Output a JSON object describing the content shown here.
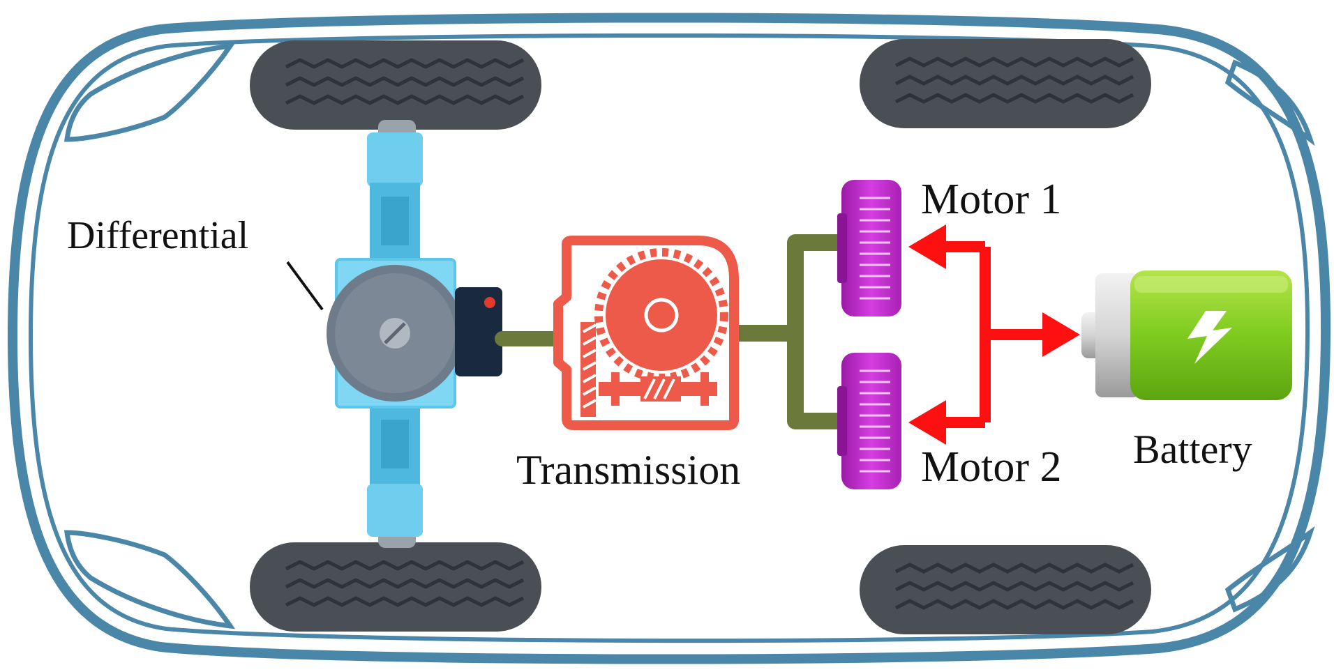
{
  "labels": {
    "differential": "Differential",
    "transmission": "Transmission",
    "motor1": "Motor 1",
    "motor2": "Motor 2",
    "battery": "Battery"
  },
  "colors": {
    "car_outline": "#4a86a8",
    "tire": "#4a4f55",
    "differential": "#5cc6ea",
    "differential_hub": "#6e7b8a",
    "shaft": "#6b7a3a",
    "transmission": "#ee5a4a",
    "motor": "#c22ecf",
    "power_arrow": "#ff1010",
    "battery": "#7ecb1f"
  },
  "icons": [
    "tire-icon",
    "differential-icon",
    "transmission-gear-icon",
    "motor-icon",
    "battery-icon",
    "lightning-icon"
  ]
}
